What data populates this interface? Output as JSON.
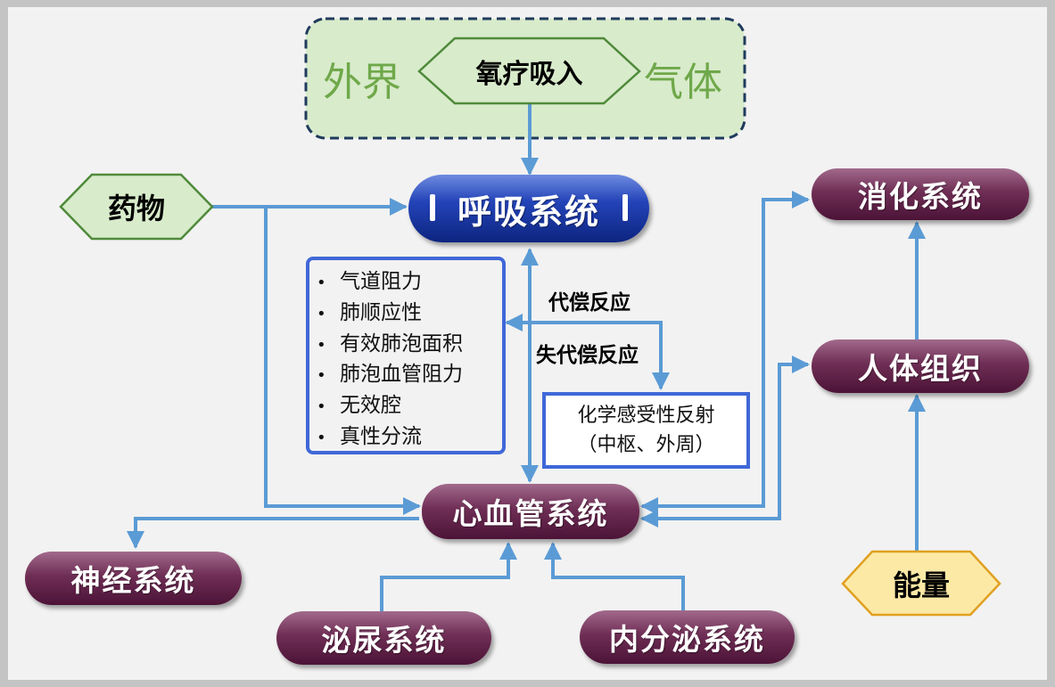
{
  "header": {
    "left_word": "外界",
    "center": "氧疗吸入",
    "right_word": "气体"
  },
  "nodes": {
    "drugs": "药物",
    "respiratory": "呼吸系统",
    "cardiovascular": "心血管系统",
    "nervous": "神经系统",
    "urinary": "泌尿系统",
    "endocrine": "内分泌系统",
    "digestive": "消化系统",
    "tissue": "人体组织",
    "energy": "能量"
  },
  "factors": [
    "气道阻力",
    "肺顺应性",
    "有效肺泡面积",
    "肺泡血管阻力",
    "无效腔",
    "真性分流"
  ],
  "bullet": "•",
  "labels": {
    "compensated": "代偿反应",
    "decompensated": "失代偿反应"
  },
  "chemo": {
    "line1": "化学感受性反射",
    "line2": "（中枢、外周）"
  },
  "colors": {
    "arrow": "#5b9bd5",
    "pill": "#6f2e55",
    "respiratory": "#1f3aa8",
    "box_border": "#3f68d8",
    "green_fill": "#d8ebcb",
    "energy_fill": "#fde9a6"
  }
}
